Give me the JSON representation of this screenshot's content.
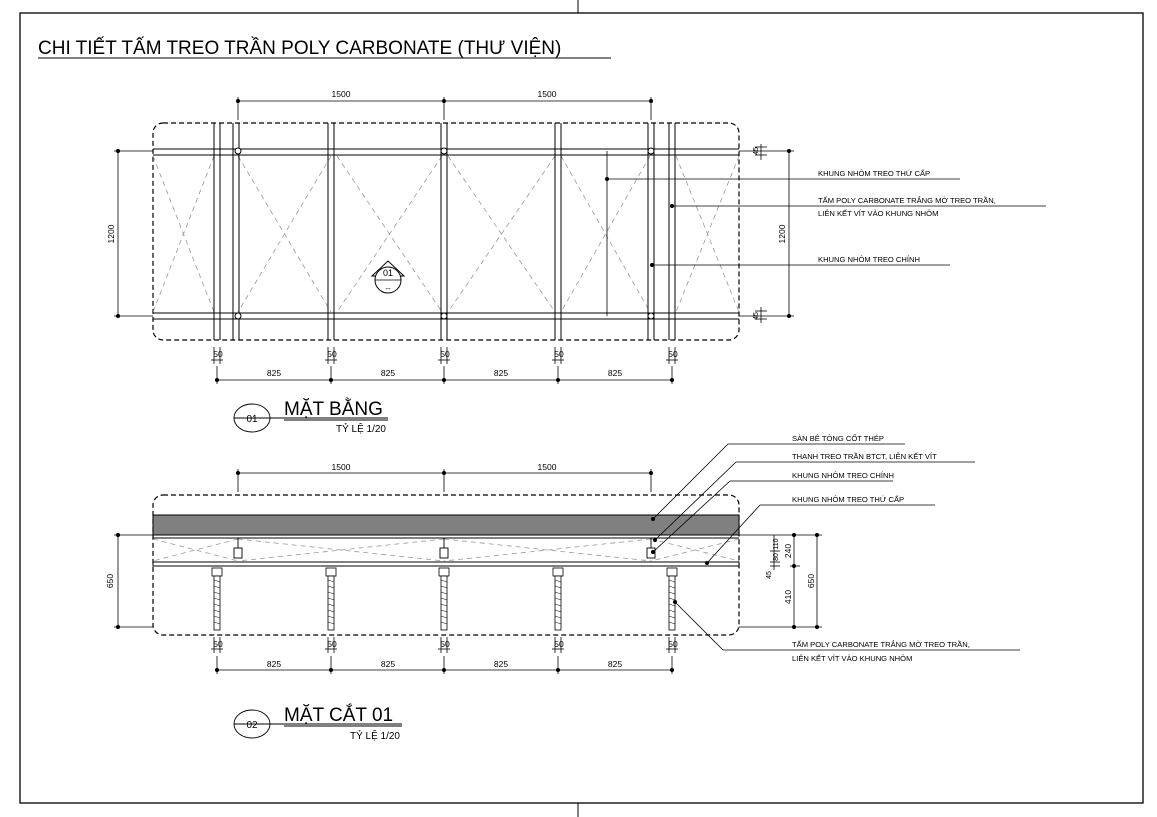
{
  "sheet": {
    "title": "CHI TIẾT TẤM TREO TRẦN POLY CARBONATE (THƯ VIỆN)"
  },
  "plan": {
    "view_number": "01",
    "view_title": "MẶT BẰNG",
    "scale": "TỶ LỆ 1/20",
    "section_marker": {
      "number": "01",
      "sheet": "--"
    },
    "dims_top": [
      "1500",
      "1500"
    ],
    "dims_post": [
      "50",
      "50",
      "50",
      "50",
      "50"
    ],
    "dims_spacing": [
      "825",
      "825",
      "825",
      "825"
    ],
    "dim_height_left": "1200",
    "dim_height_right": "1200",
    "dim_top_small": "45",
    "dim_bottom_small": "45",
    "notes": [
      "KHUNG NHÔM TREO THỨ CẤP",
      "TẤM POLY CARBONATE TRẮNG MỜ TREO TRẦN,",
      "LIÊN KẾT VÍT VÀO KHUNG NHÔM",
      "KHUNG NHÔM TREO CHÍNH"
    ]
  },
  "section": {
    "view_number": "02",
    "view_title": "MẶT CẮT 01",
    "scale": "TỶ LỆ 1/20",
    "dims_top": [
      "1500",
      "1500"
    ],
    "dims_post": [
      "50",
      "50",
      "50",
      "50",
      "50"
    ],
    "dims_spacing": [
      "825",
      "825",
      "825",
      "825"
    ],
    "dim_height_left": "650",
    "dim_right_a": "110",
    "dim_right_b": "80",
    "dim_right_c": "45",
    "dim_right_d": "240",
    "dim_right_e": "410",
    "dim_right_total": "650",
    "notes": [
      "SÀN BÊ TÔNG CỐT THÉP",
      "THANH TREO TRẦN BTCT, LIÊN KẾT VÍT",
      "KHUNG NHÔM TREO CHÍNH",
      "KHUNG NHÔM TREO THỨ CẤP",
      "TẤM POLY CARBONATE TRẮNG MỜ TREO TRẦN,",
      "LIÊN KẾT VÍT VÀO KHUNG NHÔM"
    ]
  },
  "colors": {
    "line": "#000000",
    "slab": "#808080",
    "hidden": "#8a8a8a"
  }
}
